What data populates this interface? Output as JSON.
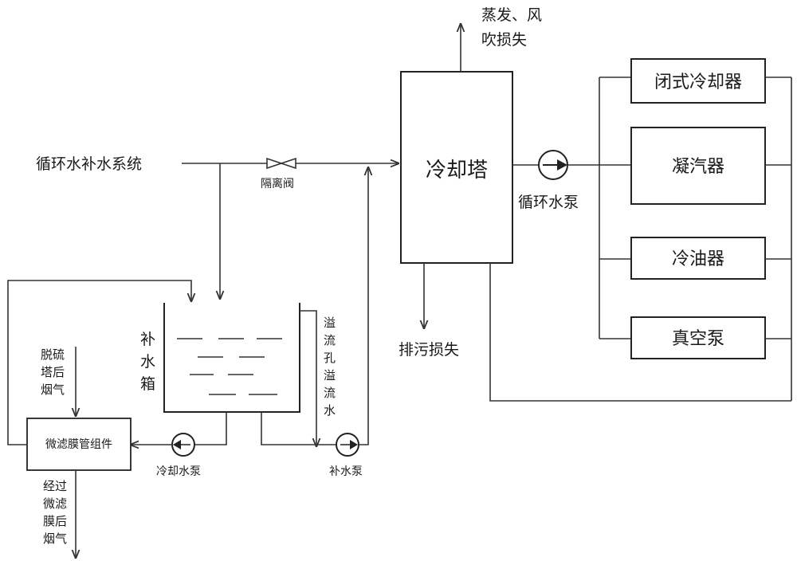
{
  "labels": {
    "makeup_system": "循环水补水系统",
    "isolation_valve": "隔离阀",
    "cooling_tower": "冷却塔",
    "evap_loss_line1": "蒸发、风",
    "evap_loss_line2": "吹损失",
    "blowdown_loss": "排污损失",
    "circ_pump": "循环水泵",
    "closed_cooler": "闭式冷却器",
    "condenser": "凝汽器",
    "oil_cooler": "冷油器",
    "vacuum_pump": "真空泵",
    "makeup_tank": [
      "补",
      "水",
      "箱"
    ],
    "overflow": [
      "溢",
      "流",
      "孔",
      "溢",
      "流",
      "水"
    ],
    "desulf_flue": [
      "脱硫",
      "塔后",
      "烟气"
    ],
    "membrane_module": "微滤膜管组件",
    "cooling_pump": "冷却水泵",
    "makeup_pump": "补水泵",
    "filtered_flue": [
      "经过",
      "微滤",
      "膜后",
      "烟气"
    ]
  }
}
